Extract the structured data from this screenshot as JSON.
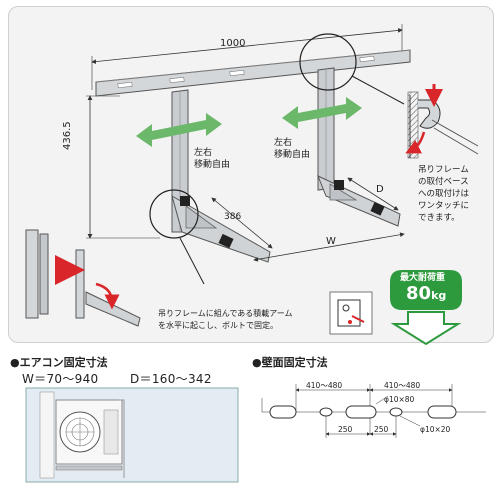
{
  "top_diagram": {
    "dim_width": "1000",
    "dim_height": "436.5",
    "dim_depth": "386",
    "label_w": "W",
    "label_d": "D",
    "left_slide_label": [
      "左右",
      "移動自由"
    ],
    "right_slide_label": [
      "左右",
      "移動自由"
    ],
    "hang_frame_note": [
      "吊りフレーム",
      "の取付ベース",
      "への取付けは",
      "ワンタッチに",
      "できます。"
    ],
    "arm_note": [
      "吊りフレームに組んである積載アーム",
      "を水平に起こし、ボルトで固定。"
    ],
    "max_load_title": "最大耐荷重",
    "max_load_value": "80",
    "max_load_unit": "kg"
  },
  "aircon_section": {
    "title": "●エアコン固定寸法",
    "w_range": "W＝70～940",
    "d_range": "D＝160～342"
  },
  "wall_section": {
    "title": "●壁面固定寸法",
    "span_left": "410～480",
    "span_right": "410～480",
    "slot_note": "φ10×80",
    "gap_left": "250",
    "gap_right": "250",
    "hole_note": "φ10×20"
  },
  "colors": {
    "arrow_green": "#6bb86b",
    "badge_green": "#2e9a3e",
    "red": "#d9262a",
    "steel": "#c4c8cc"
  }
}
